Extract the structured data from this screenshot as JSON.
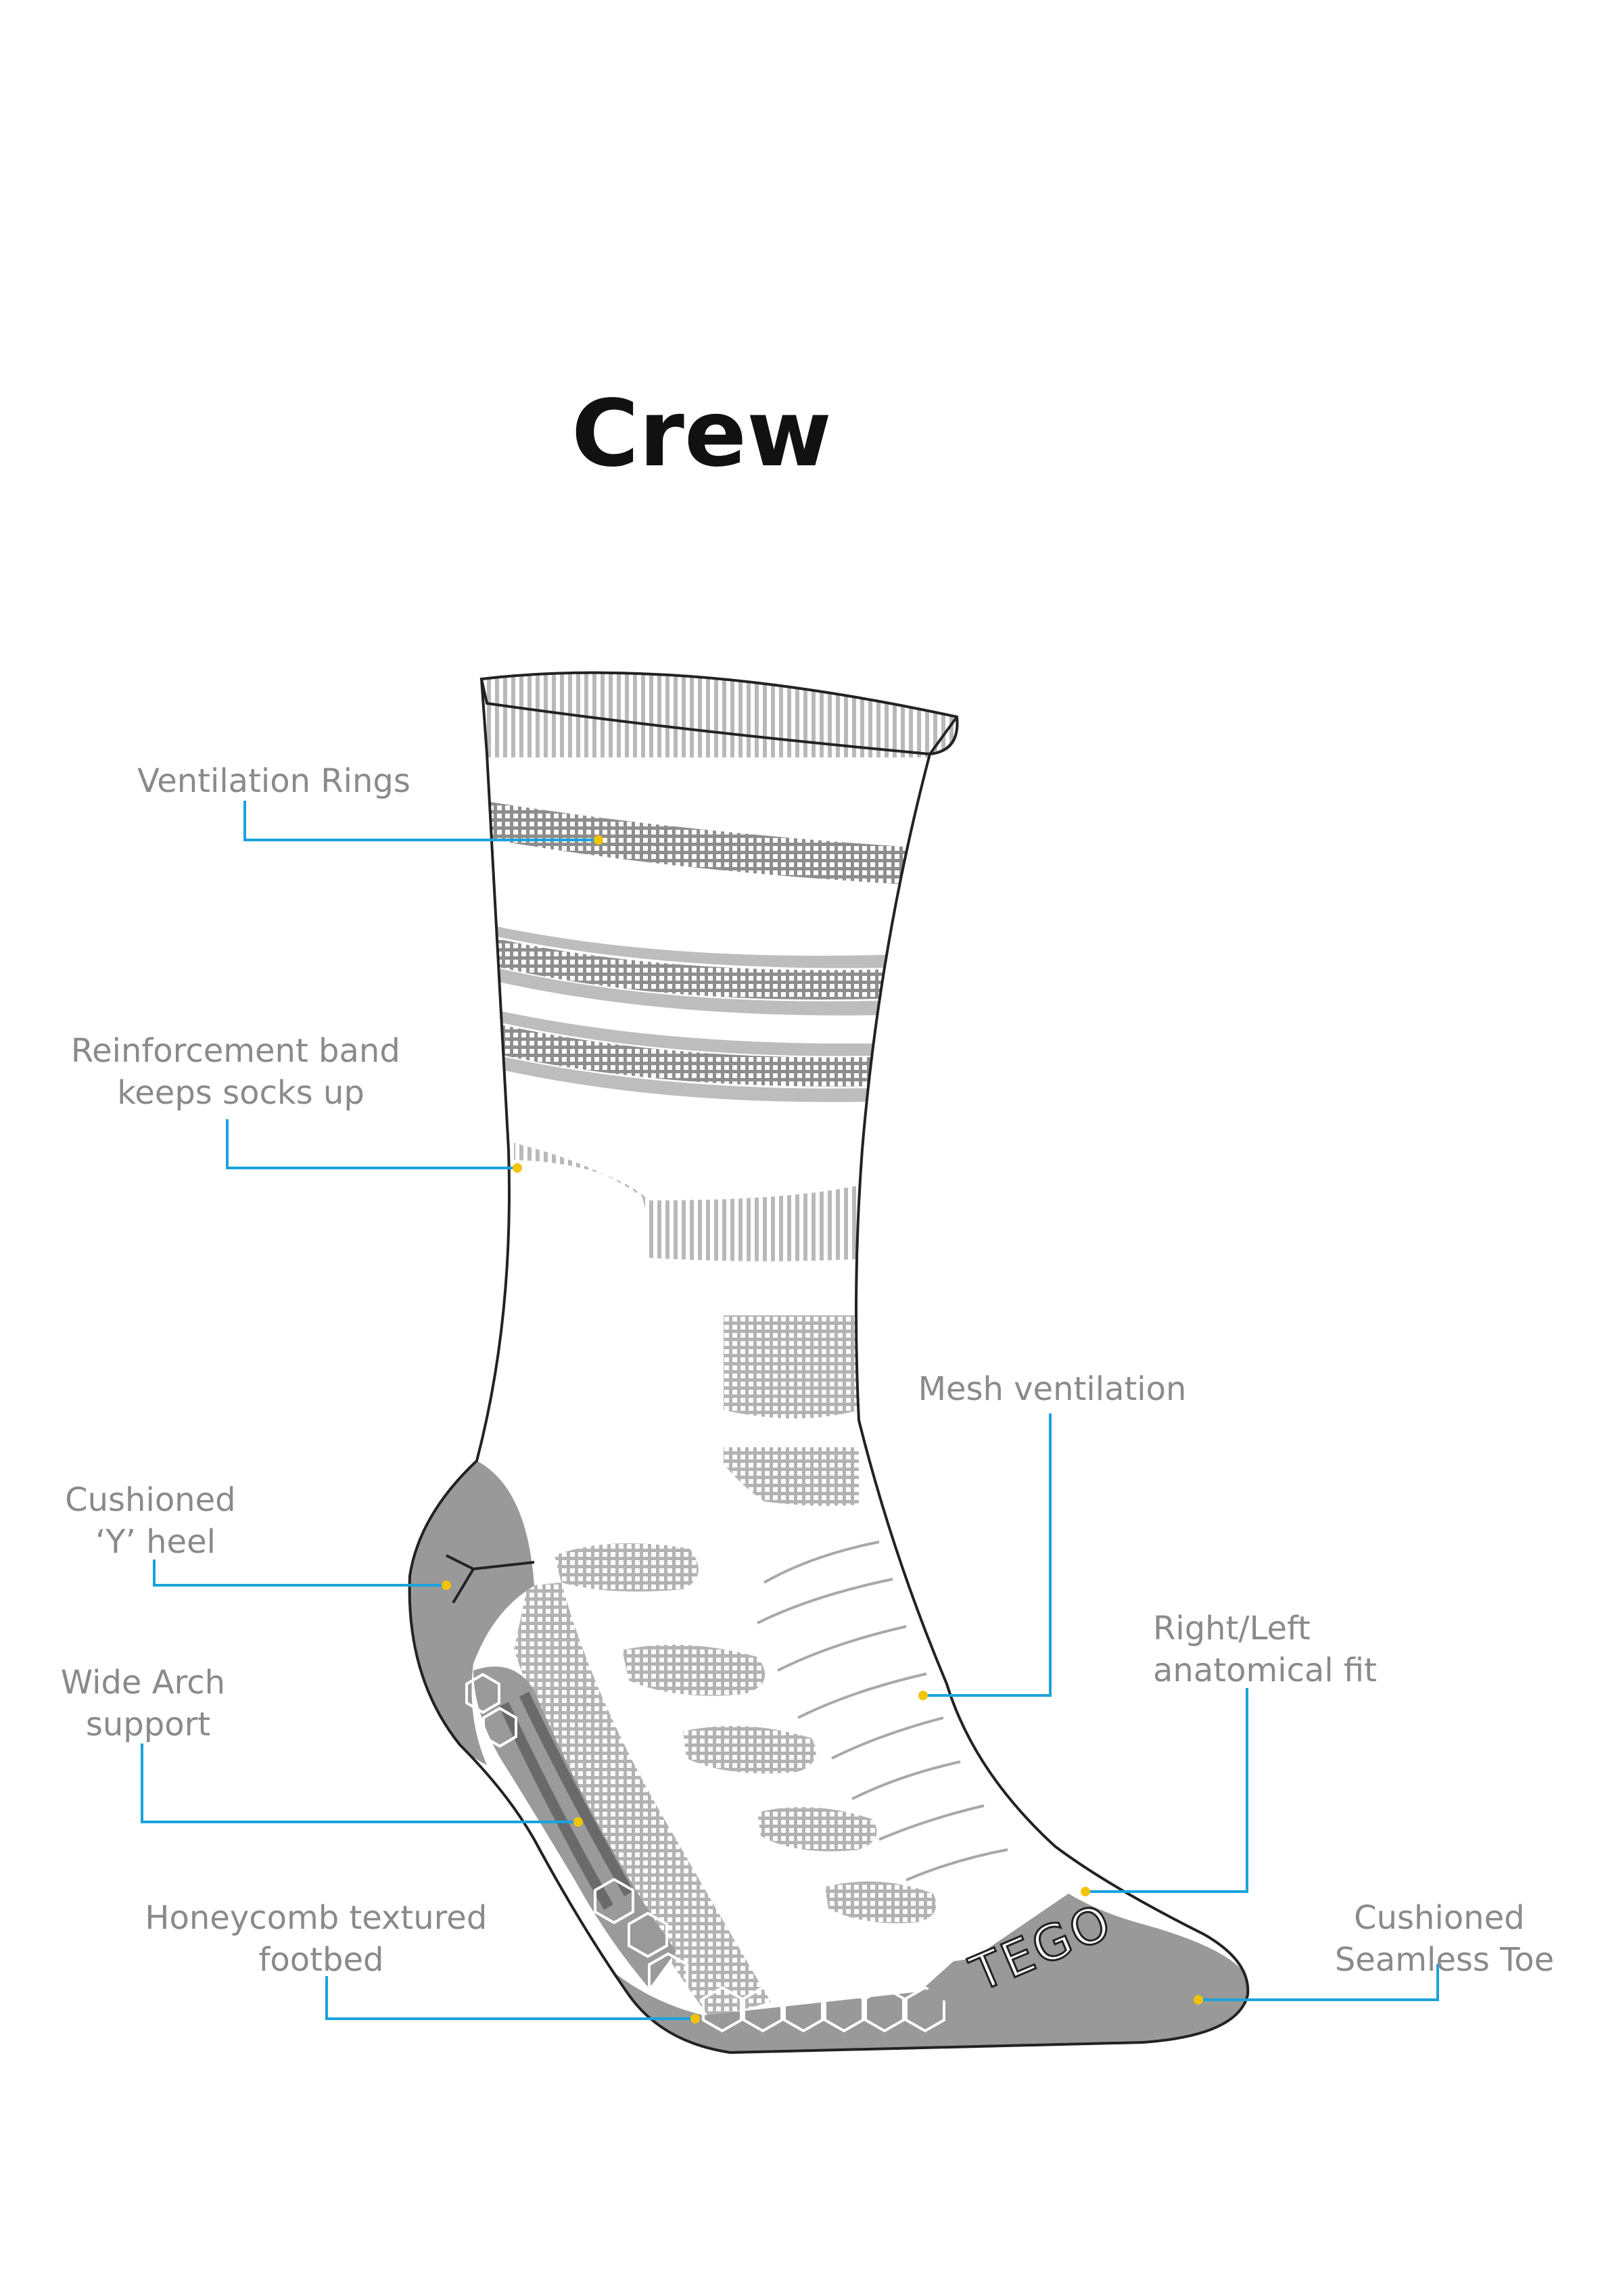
{
  "title": "Crew",
  "brand": "TEGO",
  "colors": {
    "leader": "#1aa3dc",
    "dot": "#f2c300",
    "label": "#8a8a8a",
    "zone": "#999999",
    "mesh": "#b5b5b5"
  },
  "callouts": [
    {
      "id": "ventilation-rings",
      "lines": [
        "Ventilation Rings"
      ]
    },
    {
      "id": "reinforcement-band",
      "lines": [
        "Reinforcement band",
        "keeps socks up"
      ]
    },
    {
      "id": "mesh-ventilation",
      "lines": [
        "Mesh ventilation"
      ]
    },
    {
      "id": "cushioned-y-heel",
      "lines": [
        "Cushioned",
        "‘Y’ heel"
      ]
    },
    {
      "id": "right-left-fit",
      "lines": [
        "Right/Left",
        "anatomical fit"
      ]
    },
    {
      "id": "wide-arch-support",
      "lines": [
        "Wide Arch",
        "support"
      ]
    },
    {
      "id": "honeycomb-footbed",
      "lines": [
        "Honeycomb textured",
        "footbed"
      ]
    },
    {
      "id": "seamless-toe",
      "lines": [
        "Cushioned",
        "Seamless Toe"
      ]
    }
  ]
}
